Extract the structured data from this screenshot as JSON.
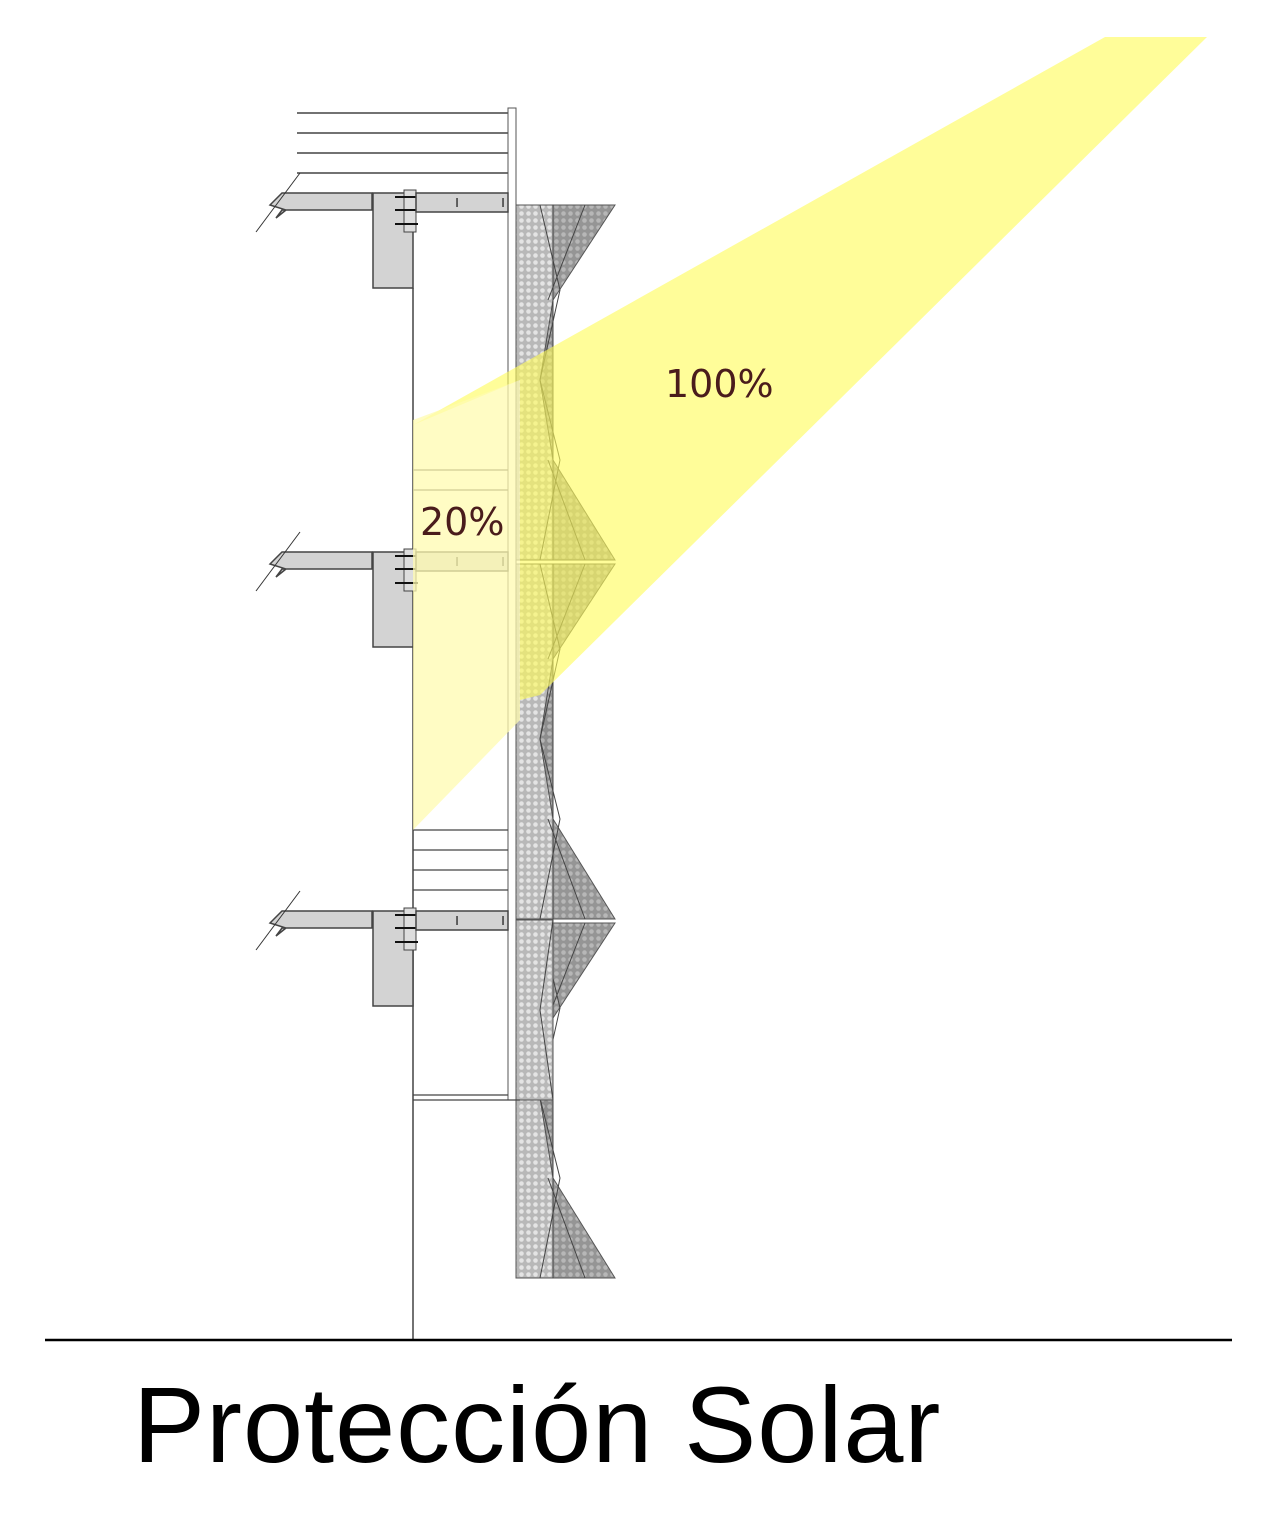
{
  "title": "Protección Solar",
  "labels": {
    "direct": "100%",
    "filtered": "20%"
  },
  "colors": {
    "sun": "#fffb8a",
    "sun_filtered": "#fffbc4",
    "concrete": "#d3d3d3",
    "panel": "#b5b5b5",
    "text": "#4a1c1c"
  }
}
